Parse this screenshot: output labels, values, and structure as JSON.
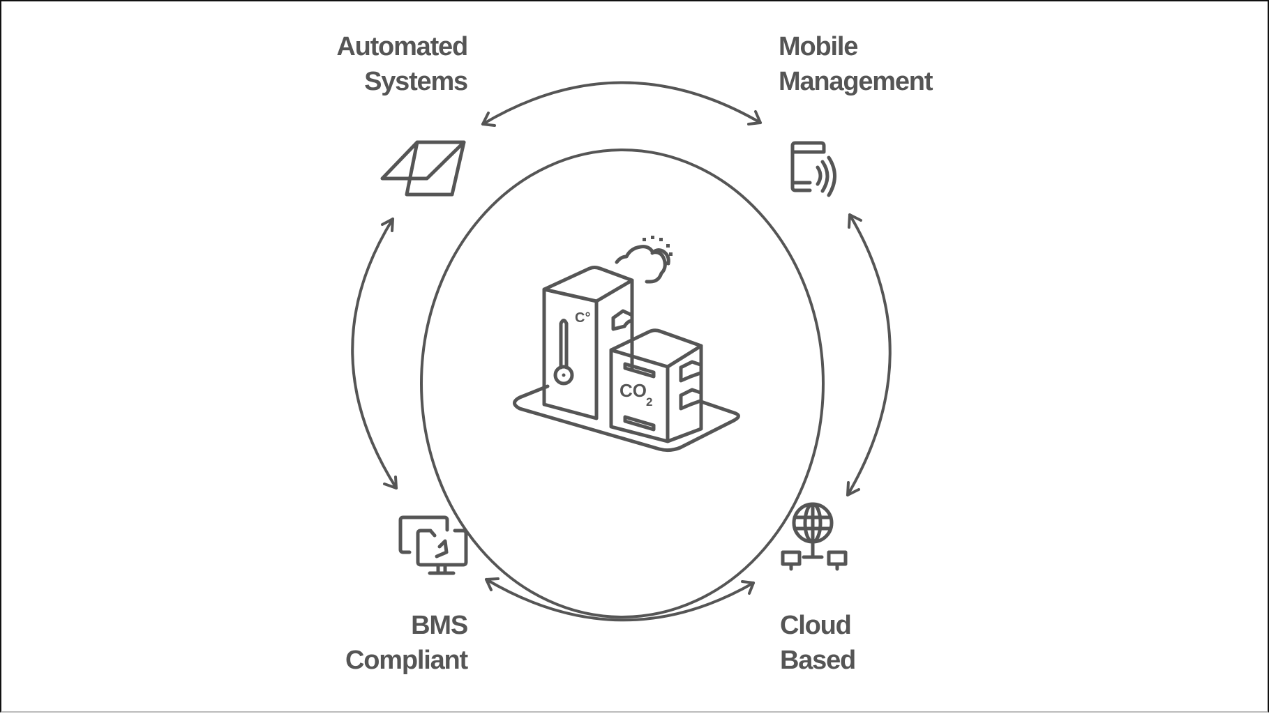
{
  "diagram": {
    "title": "Smart building environment monitoring features",
    "center": {
      "icon": "building-sensors-icon",
      "temperature_unit": "C°",
      "co2_label": "CO",
      "co2_subscript": "2"
    },
    "features": [
      {
        "id": "automated",
        "line1": "Automated",
        "line2": "Systems",
        "icon": "window-icon",
        "position": "top-left"
      },
      {
        "id": "mobile",
        "line1": "Mobile",
        "line2": "Management",
        "icon": "phone-signal-icon",
        "position": "top-right"
      },
      {
        "id": "bms",
        "line1": "BMS",
        "line2": "Compliant",
        "icon": "monitors-sync-icon",
        "position": "bottom-left"
      },
      {
        "id": "cloud",
        "line1": "Cloud",
        "line2": "Based",
        "icon": "globe-network-icon",
        "position": "bottom-right"
      }
    ],
    "connections": [
      {
        "from": "automated",
        "to": "mobile",
        "type": "bidirectional"
      },
      {
        "from": "mobile",
        "to": "cloud",
        "type": "bidirectional"
      },
      {
        "from": "cloud",
        "to": "bms",
        "type": "bidirectional"
      },
      {
        "from": "bms",
        "to": "automated",
        "type": "bidirectional"
      }
    ],
    "colors": {
      "ink": "#555555",
      "background": "#ffffff",
      "frame": "#111111"
    }
  }
}
